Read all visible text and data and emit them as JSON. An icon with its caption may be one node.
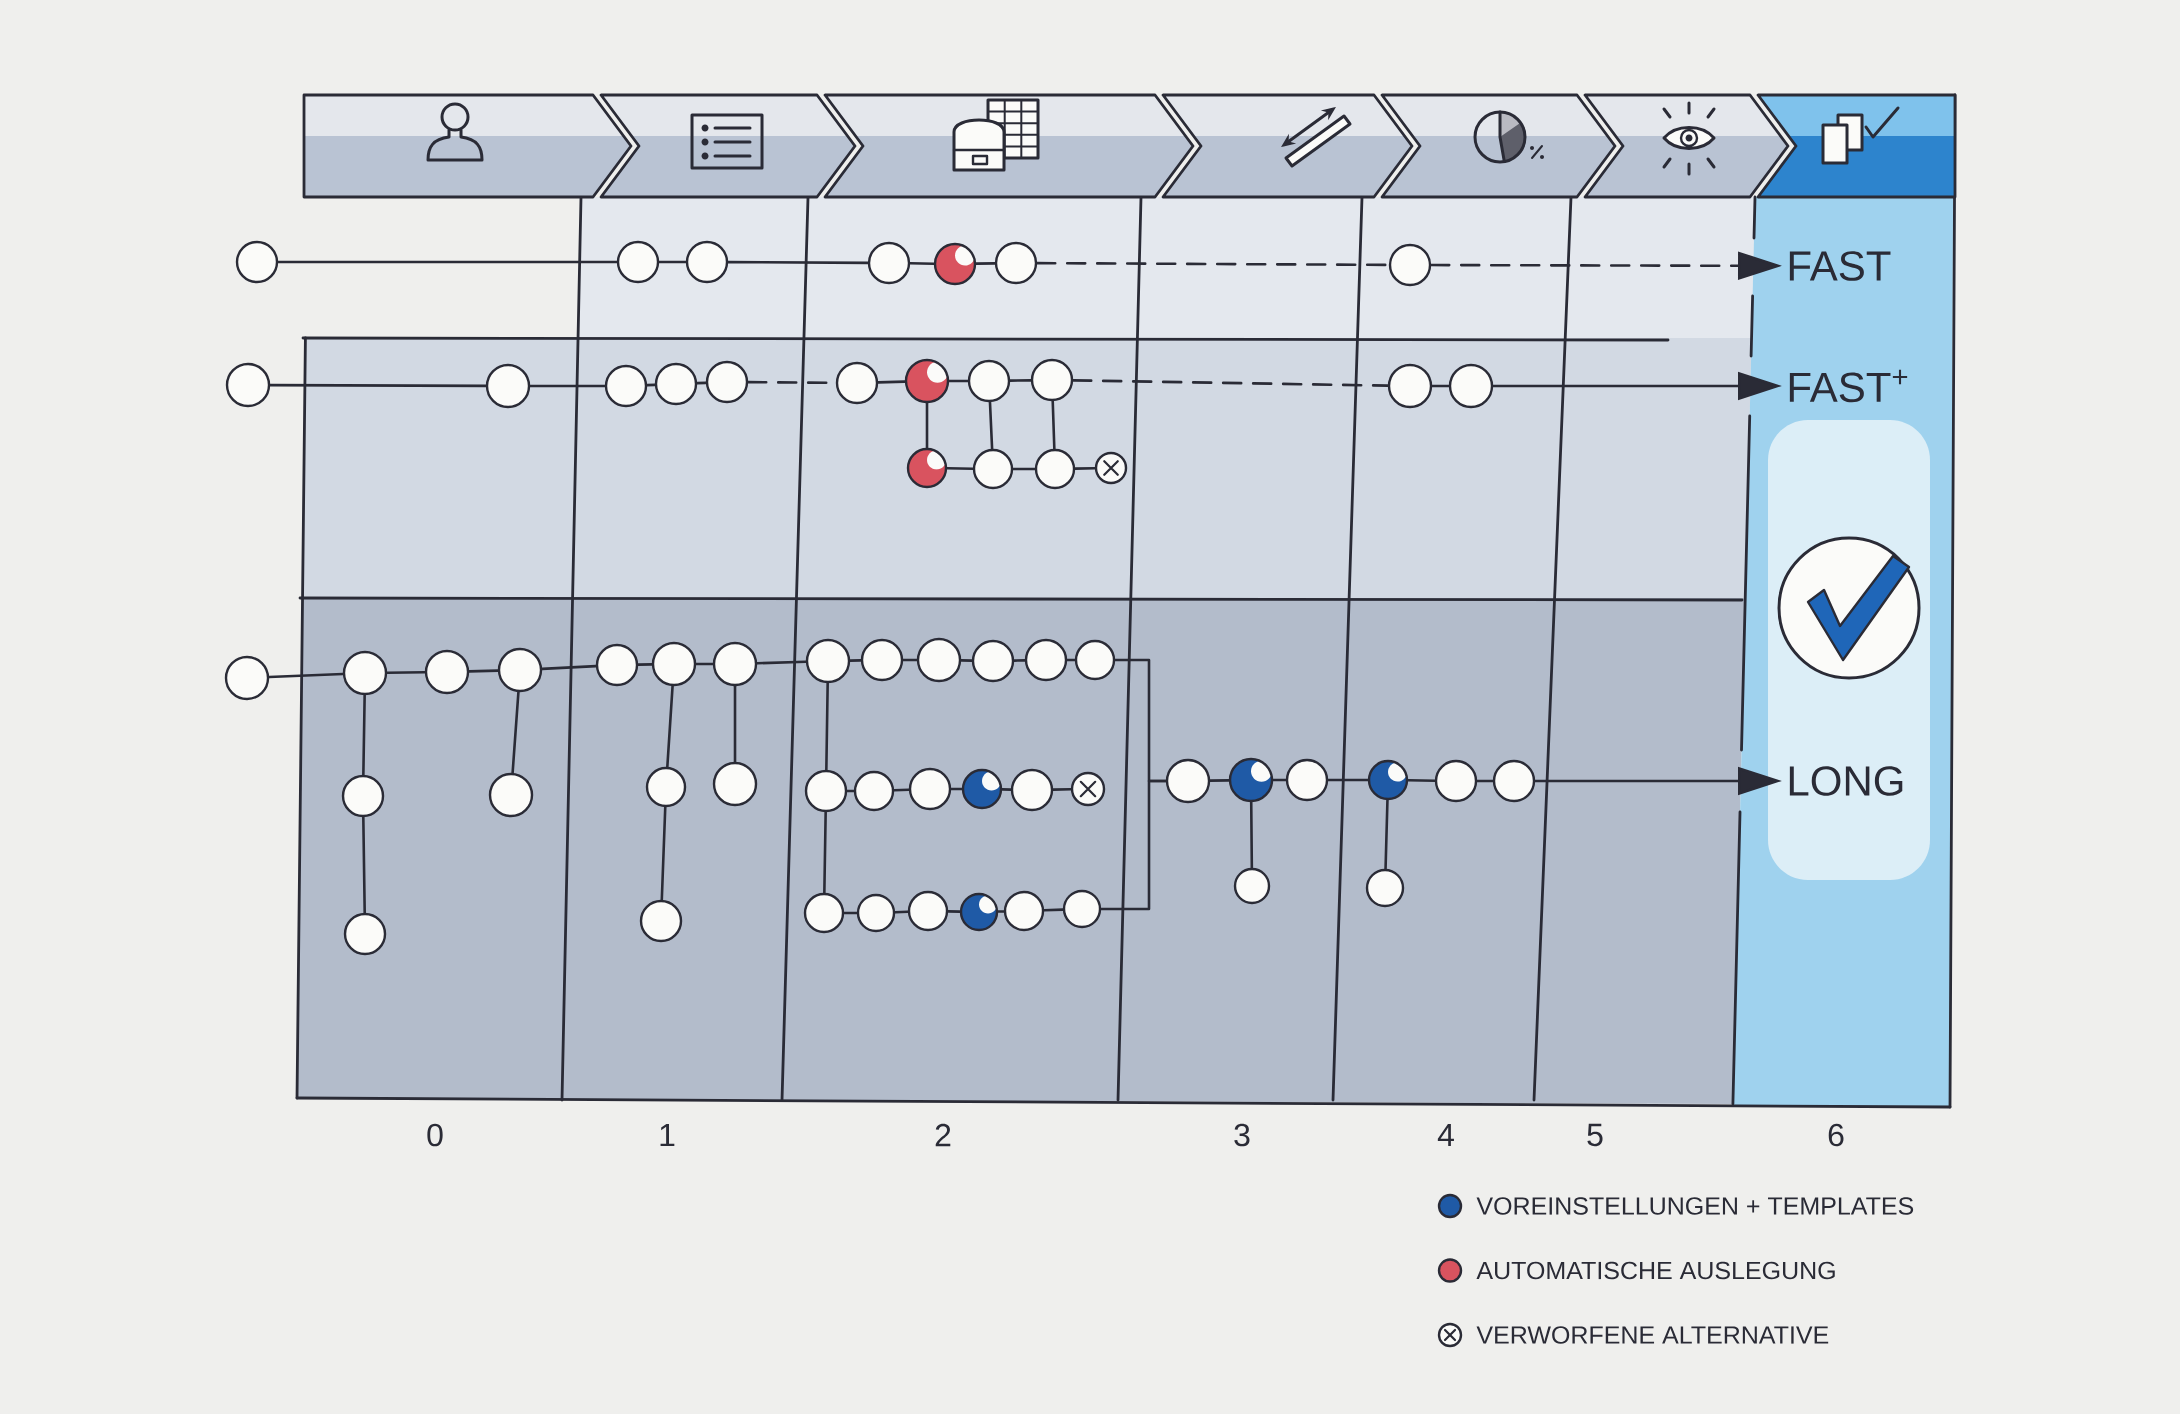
{
  "diagram": {
    "nodes": [
      {
        "text": [],
        "shape": "circle"
      },
      {
        "text": [],
        "shape": "circle"
      },
      {
        "text": [],
        "shape": "circle"
      },
      {
        "text": [],
        "shape": "circle"
      },
      {
        "text": [],
        "shape": "circle"
      },
      {
        "text": [],
        "shape": "circle"
      },
      {
        "text": [],
        "shape": "circle"
      },
      {
        "text": [
          "FAST"
        ]
      },
      {
        "text": [],
        "shape": "circle"
      },
      {
        "text": [],
        "shape": "circle"
      },
      {
        "text": [],
        "shape": "circle"
      },
      {
        "text": [],
        "shape": "circle"
      },
      {
        "text": [],
        "shape": "circle"
      },
      {
        "text": [],
        "shape": "circle"
      },
      {
        "text": [],
        "shape": "circle"
      },
      {
        "text": [],
        "shape": "circle"
      },
      {
        "text": [],
        "shape": "circle"
      },
      {
        "text": [],
        "shape": "circle"
      },
      {
        "text": [],
        "shape": "circle"
      },
      {
        "text": [
          "FAST$^{+}$"
        ]
      },
      {
        "text": [],
        "shape": "circle"
      },
      {
        "text": [],
        "shape": "circle"
      },
      {
        "text": [],
        "shape": "circle"
      },
      {
        "text": [],
        "shape": "circle"
      },
      {
        "text": [],
        "shape": "circle"
      },
      {
        "text": [],
        "shape": "circle"
      },
      {
        "text": [],
        "shape": "circle"
      },
      {
        "text": [],
        "shape": "circle"
      },
      {
        "text": [],
        "shape": "circle"
      },
      {
        "text": [],
        "shape": "circle"
      },
      {
        "text": [],
        "shape": "circle"
      },
      {
        "text": [],
        "shape": "circle"
      },
      {
        "text": [],
        "shape": "circle"
      },
      {
        "text": [],
        "shape": "circle"
      },
      {
        "text": [],
        "shape": "circle"
      },
      {
        "text": [],
        "shape": "circle"
      },
      {
        "text": [],
        "shape": "circle"
      },
      {
        "text": [],
        "shape": "circle"
      },
      {
        "text": [],
        "shape": "circle"
      },
      {
        "text": [],
        "shape": "circle"
      },
      {
        "text": [],
        "shape": "circle"
      },
      {
        "text": [],
        "shape": "circle"
      },
      {
        "text": [],
        "shape": "circle"
      },
      {
        "text": [],
        "shape": "circle"
      },
      {
        "text": [],
        "shape": "circle"
      },
      {
        "text": [],
        "shape": "circle"
      },
      {
        "text": [],
        "shape": "circle"
      },
      {
        "text": [],
        "shape": "circle"
      },
      {
        "text": [],
        "shape": "circle"
      },
      {
        "text": [],
        "shape": "circle"
      },
      {
        "text": [],
        "shape": "circle"
      },
      {
        "text": [],
        "shape": "circle"
      },
      {
        "text": [],
        "shape": "circle"
      },
      {
        "text": [
          "LONG"
        ]
      },
      {
        "text": [],
        "shape": "circle"
      },
      {
        "text": [],
        "shape": "circle"
      },
      {
        "text": [],
        "shape": "circle"
      },
      {
        "text": [],
        "shape": "circle"
      },
      {
        "text": [],
        "shape": "circle"
      },
      {
        "text": [],
        "shape": "circle"
      },
      {
        "text": [],
        "shape": "circle"
      },
      {
        "text": [],
        "shape": "circle"
      },
      {
        "text": [],
        "shape": "circle"
      },
      {
        "text": [],
        "shape": "circle"
      }
    ],
    "edges": [
      {
        "from": 0,
        "to": 1,
        "arrow": "none"
      },
      {
        "from": 1,
        "to": 2,
        "arrow": "none"
      },
      {
        "from": 2,
        "to": 3,
        "arrow": "none"
      },
      {
        "from": 3,
        "to": 4,
        "arrow": "none"
      },
      {
        "from": 4,
        "to": 5,
        "arrow": "none"
      },
      {
        "from": 5,
        "to": 6,
        "arrow": "none",
        "style": "dashed"
      },
      {
        "from": 6,
        "to": 7,
        "arrow": "to",
        "style": "dashed"
      },
      {
        "from": 8,
        "to": 9,
        "arrow": "none"
      },
      {
        "from": 9,
        "to": 10,
        "arrow": "none"
      },
      {
        "from": 10,
        "to": 11,
        "arrow": "none"
      },
      {
        "from": 11,
        "to": 12,
        "arrow": "none"
      },
      {
        "from": 12,
        "to": 13,
        "arrow": "none",
        "style": "dashed"
      },
      {
        "from": 13,
        "to": 14,
        "arrow": "none"
      },
      {
        "from": 14,
        "to": 15,
        "arrow": "none"
      },
      {
        "from": 15,
        "to": 16,
        "arrow": "none"
      },
      {
        "from": 16,
        "to": 17,
        "arrow": "none",
        "style": "dashed"
      },
      {
        "from": 17,
        "to": 18,
        "arrow": "none"
      },
      {
        "from": 18,
        "to": 19,
        "arrow": "to"
      },
      {
        "from": 14,
        "to": 20,
        "arrow": "none"
      },
      {
        "from": 15,
        "to": 21,
        "arrow": "none"
      },
      {
        "from": 16,
        "to": 22,
        "arrow": "none"
      },
      {
        "from": 20,
        "to": 21,
        "arrow": "none"
      },
      {
        "from": 21,
        "to": 22,
        "arrow": "none"
      },
      {
        "from": 22,
        "to": 23,
        "arrow": "none"
      },
      {
        "from": 24,
        "to": 25,
        "arrow": "none"
      },
      {
        "from": 25,
        "to": 26,
        "arrow": "none"
      },
      {
        "from": 26,
        "to": 27,
        "arrow": "none"
      },
      {
        "from": 27,
        "to": 28,
        "arrow": "none"
      },
      {
        "from": 28,
        "to": 29,
        "arrow": "none"
      },
      {
        "from": 29,
        "to": 30,
        "arrow": "none"
      },
      {
        "from": 30,
        "to": 31,
        "arrow": "none"
      },
      {
        "from": 31,
        "to": 32,
        "arrow": "none"
      },
      {
        "from": 32,
        "to": 33,
        "arrow": "none"
      },
      {
        "from": 33,
        "to": 34,
        "arrow": "none"
      },
      {
        "from": 34,
        "to": 35,
        "arrow": "none"
      },
      {
        "from": 35,
        "to": 36,
        "arrow": "none"
      },
      {
        "from": 25,
        "to": 37,
        "arrow": "none"
      },
      {
        "from": 37,
        "to": 54,
        "arrow": "none"
      },
      {
        "from": 27,
        "to": 38,
        "arrow": "none"
      },
      {
        "from": 29,
        "to": 39,
        "arrow": "none"
      },
      {
        "from": 39,
        "to": 55,
        "arrow": "none"
      },
      {
        "from": 30,
        "to": 40,
        "arrow": "none"
      },
      {
        "from": 31,
        "to": 41,
        "arrow": "none"
      },
      {
        "from": 41,
        "to": 56,
        "arrow": "none"
      },
      {
        "from": 41,
        "to": 42,
        "arrow": "none"
      },
      {
        "from": 42,
        "to": 43,
        "arrow": "none"
      },
      {
        "from": 43,
        "to": 44,
        "arrow": "none"
      },
      {
        "from": 44,
        "to": 45,
        "arrow": "none"
      },
      {
        "from": 45,
        "to": 46,
        "arrow": "none"
      },
      {
        "from": 56,
        "to": 57,
        "arrow": "none"
      },
      {
        "from": 57,
        "to": 58,
        "arrow": "none"
      },
      {
        "from": 58,
        "to": 59,
        "arrow": "none"
      },
      {
        "from": 59,
        "to": 60,
        "arrow": "none"
      },
      {
        "from": 60,
        "to": 61,
        "arrow": "none"
      },
      {
        "from": 36,
        "to": 47,
        "arrow": "none"
      },
      {
        "from": 61,
        "to": 47,
        "arrow": "none"
      },
      {
        "from": 47,
        "to": 48,
        "arrow": "none"
      },
      {
        "from": 48,
        "to": 49,
        "arrow": "none"
      },
      {
        "from": 49,
        "to": 50,
        "arrow": "none"
      },
      {
        "from": 50,
        "to": 51,
        "arrow": "none"
      },
      {
        "from": 51,
        "to": 52,
        "arrow": "none"
      },
      {
        "from": 52,
        "to": 53,
        "arrow": "to"
      },
      {
        "from": 48,
        "to": 62,
        "arrow": "none"
      },
      {
        "from": 50,
        "to": 63,
        "arrow": "none"
      }
    ],
    "labels": [
      "0",
      "1",
      "2",
      "3",
      "4",
      "5",
      "6"
    ],
    "legend": [
      {
        "text": "VOREINSTELLUNGEN + TEMPLATES",
        "color": "#1f5aa6"
      },
      {
        "text": "AUTOMATISCHE AUSLEGUNG",
        "color": "#d9535f"
      },
      {
        "text": "VERWORFENE ALTERNATIVE"
      }
    ]
  }
}
